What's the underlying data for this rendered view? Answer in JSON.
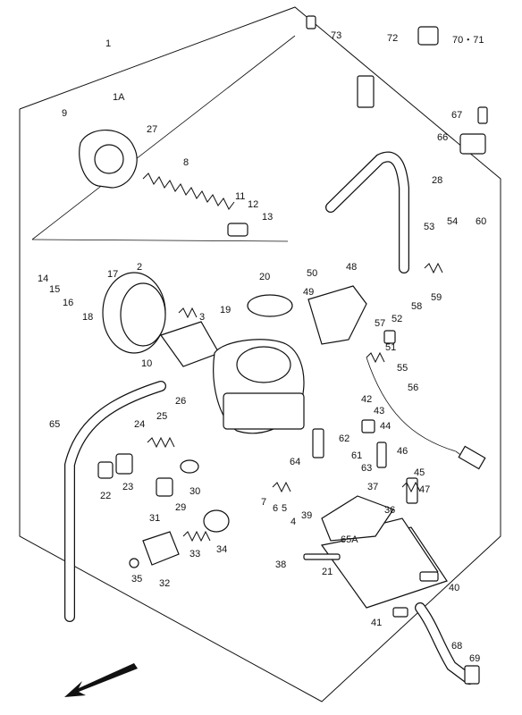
{
  "diagram": {
    "callouts": [
      "1",
      "1A",
      "2",
      "3",
      "4",
      "5",
      "6",
      "7",
      "8",
      "9",
      "10",
      "11",
      "12",
      "13",
      "14",
      "15",
      "16",
      "17",
      "18",
      "19",
      "20",
      "21",
      "22",
      "23",
      "24",
      "25",
      "26",
      "27",
      "28",
      "29",
      "30",
      "31",
      "32",
      "33",
      "34",
      "35",
      "36",
      "37",
      "38",
      "39",
      "40",
      "41",
      "42",
      "43",
      "44",
      "45",
      "46",
      "47",
      "48",
      "49",
      "50",
      "51",
      "52",
      "53",
      "54",
      "55",
      "56",
      "57",
      "58",
      "59",
      "60",
      "61",
      "62",
      "63",
      "64",
      "65",
      "65A",
      "66",
      "67",
      "68",
      "69",
      "70・71",
      "72",
      "73"
    ],
    "front_indicator": "arrow-front-left"
  }
}
